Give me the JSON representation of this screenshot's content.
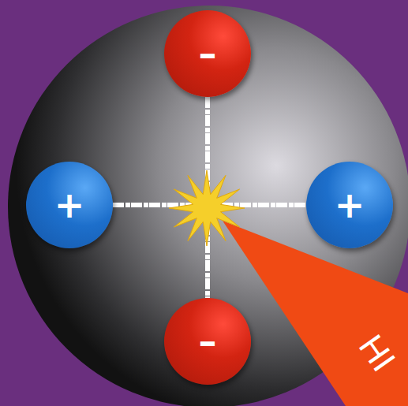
{
  "diagram": {
    "nodes": [
      {
        "text": [
          "–"
        ]
      },
      {
        "text": [
          "+"
        ]
      },
      {
        "text": [
          "+"
        ]
      },
      {
        "text": [
          "–"
        ]
      }
    ],
    "edges": [
      {
        "from": 1,
        "to": 2,
        "arrow": "none"
      },
      {
        "from": 0,
        "to": 3,
        "arrow": "none"
      }
    ],
    "labels": [
      "HI"
    ]
  }
}
